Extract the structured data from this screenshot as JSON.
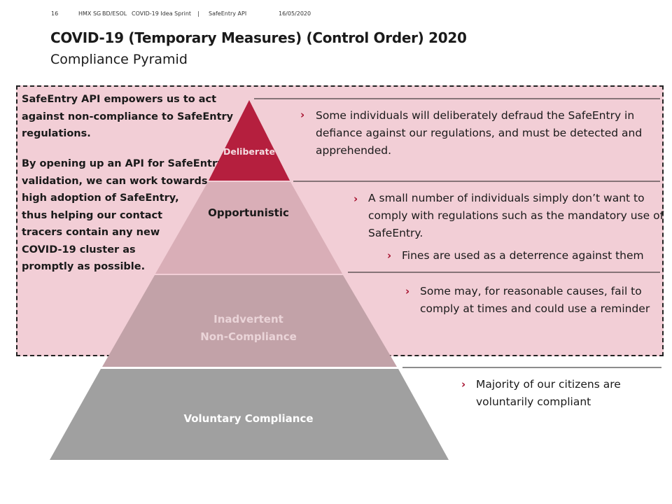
{
  "header": {
    "page_number": "16",
    "org": "HMX SG",
    "dept": "BD/ESOL",
    "event": "COVID-19 Idea Sprint",
    "separator": "|",
    "project": "SafeEntry API",
    "date": "16/05/2020"
  },
  "title": "COVID-19 (Temporary Measures) (Control Order) 2020",
  "subtitle": "Compliance Pyramid",
  "left_panel": {
    "para1": [
      "SafeEntry API empowers us to act",
      "against non-compliance to SafeEntry",
      "regulations."
    ],
    "para2": [
      "By opening up an API for SafeEntry",
      "validation, we can work towards",
      "high adoption of SafeEntry,",
      "thus helping our contact",
      "tracers contain any new",
      "COVID-19 cluster as",
      "promptly as possible."
    ]
  },
  "tiers": {
    "deliberate": "Deliberate",
    "opportunistic": "Opportunistic",
    "inadvertent_1": "Inadvertent",
    "inadvertent_2": "Non-Compliance",
    "voluntary": "Voluntary Compliance"
  },
  "bullets": {
    "deliberate": [
      "Some individuals will deliberately defraud the SafeEntry in",
      "defiance against our regulations, and must be detected and",
      "apprehended."
    ],
    "opportunistic": [
      "A small number of individuals simply don’t want to",
      "comply with regulations such as the mandatory use of",
      "SafeEntry."
    ],
    "opportunistic_sub": "Fines are used as a deterrence against them",
    "inadvertent": [
      "Some may, for reasonable causes, fail to",
      "comply at times and could use a reminder"
    ],
    "voluntary": [
      "Majority of our citizens are",
      "voluntarily compliant"
    ]
  },
  "bullet_glyph": "›",
  "colors": {
    "accent": "#a50e2c",
    "pink_bg": "#f2ced6",
    "tier_deliberate": "#b51f3e",
    "tier_opportunistic": "#d9aeb7",
    "tier_inadvertent": "#c2a2a8",
    "tier_voluntary": "#a0a0a0"
  }
}
